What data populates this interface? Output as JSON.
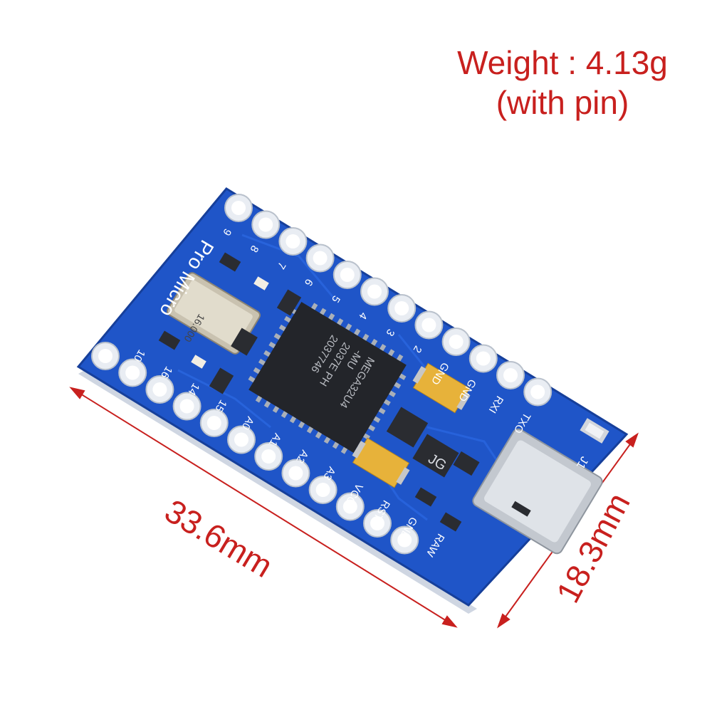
{
  "weight": {
    "line1": "Weight : 4.13g",
    "line2": "(with pin)"
  },
  "dimensions": {
    "length": "33.6mm",
    "width": "18.3mm"
  },
  "board": {
    "title": "Pro Micro",
    "chip": {
      "line1": "MEGA32U4",
      "line2": "-MU",
      "line3": "2037E  PH",
      "line4": "2037746"
    },
    "crystal": "16.000",
    "top_pins": [
      "9",
      "8",
      "7",
      "6",
      "5",
      "4",
      "3",
      "2",
      "GND",
      "GND",
      "RXI",
      "TXO"
    ],
    "bottom_pins": [
      "10",
      "16",
      "14",
      "15",
      "A0",
      "A1",
      "A2",
      "A3",
      "VCC",
      "RST",
      "GND",
      "RAW"
    ],
    "jumper": "J1",
    "reg_mark": "JG"
  },
  "colors": {
    "pcb": "#1f55c8",
    "label": "#c8201e",
    "chip": "#23252a"
  }
}
